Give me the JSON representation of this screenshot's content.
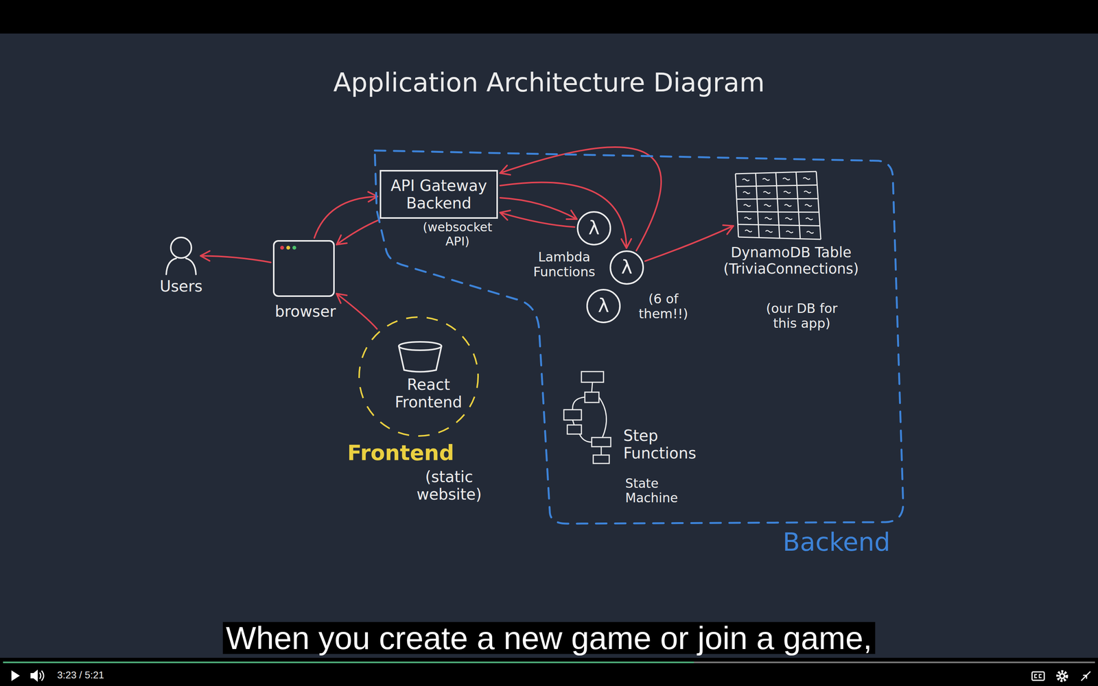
{
  "diagram": {
    "title": "Application Architecture Diagram",
    "caption": "When you create a new game or join a game,",
    "nodes": [
      {
        "text": [
          "Users"
        ]
      },
      {
        "text": [
          "browser"
        ]
      },
      {
        "text": [
          "Backend"
        ]
      },
      {
        "text": [
          "API Gateway Backend",
          "(websocket API)"
        ],
        "in": 2
      },
      {
        "text": [
          "λ"
        ],
        "in": 2
      },
      {
        "text": [
          "λ"
        ],
        "in": 2
      },
      {
        "text": [
          "λ"
        ],
        "in": 2
      },
      {
        "text": [
          "DynamoDB Table (TriviaConnections)",
          "(our DB for this app)"
        ],
        "in": 2
      },
      {
        "text": [
          "Step Functions",
          "State Machine"
        ],
        "in": 2
      },
      {
        "text": [
          "React Frontend",
          "Frontend",
          "(static website)"
        ]
      }
    ],
    "edges": [
      {
        "from": 1,
        "to": 3,
        "arrow": "to"
      },
      {
        "from": 3,
        "to": 1,
        "arrow": "to"
      },
      {
        "from": 1,
        "to": 0,
        "arrow": "to"
      },
      {
        "from": 9,
        "to": 1,
        "arrow": "to"
      },
      {
        "from": 3,
        "to": 4,
        "arrow": "to"
      },
      {
        "from": 4,
        "to": 3,
        "arrow": "to"
      },
      {
        "from": 3,
        "to": 5,
        "arrow": "to"
      },
      {
        "from": 5,
        "to": 3,
        "arrow": "to"
      },
      {
        "from": 5,
        "to": 7,
        "arrow": "to"
      }
    ],
    "labels": [
      "Lambda Functions",
      "(6 of them!!)",
      "3:23 / 5:21"
    ]
  }
}
